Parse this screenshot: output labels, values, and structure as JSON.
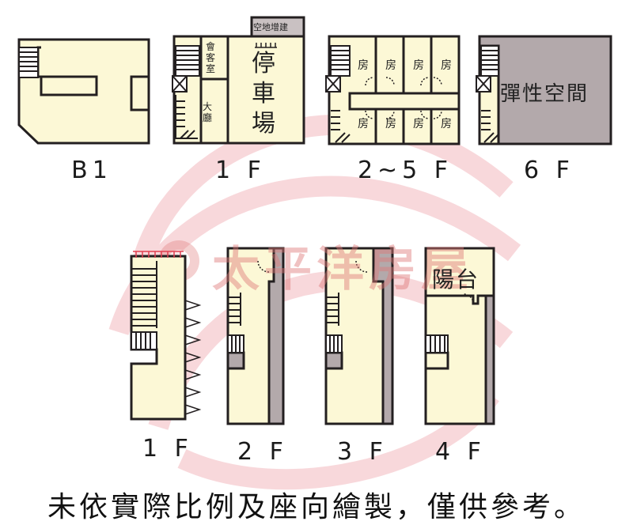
{
  "watermark": {
    "brand": "太平洋房屋"
  },
  "top_row": {
    "b1": {
      "label": "B1"
    },
    "f1": {
      "label": "1 F",
      "parking": [
        "停",
        "車",
        "場"
      ],
      "reception": [
        "會",
        "客",
        "室"
      ],
      "hall": [
        "大",
        "廳"
      ],
      "addition": "空地增建"
    },
    "f2_5": {
      "label": "2~5 F",
      "room": "房"
    },
    "f6": {
      "label": "6 F",
      "flex": "彈性空間"
    }
  },
  "bottom_row": {
    "f1": {
      "label": "1 F"
    },
    "f2": {
      "label": "2 F"
    },
    "f3": {
      "label": "3 F"
    },
    "f4": {
      "label": "4 F",
      "balcony": "陽台"
    }
  },
  "disclaimer": "未依實際比例及座向繪製，僅供參考。",
  "colors": {
    "floor": "#fcf8d6",
    "wall": "#231f20",
    "grey": "#b3a9ab",
    "watermark": "#e07a7a"
  }
}
